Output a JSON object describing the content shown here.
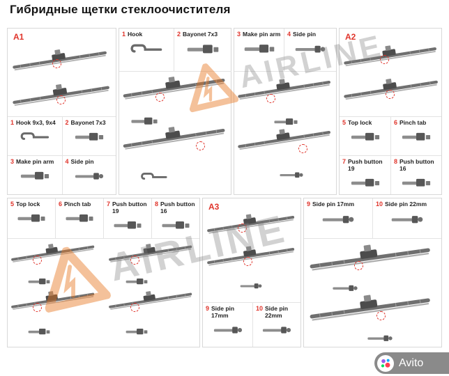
{
  "page": {
    "title": "Гибридные щетки стеклоочистителя"
  },
  "watermark": {
    "brand": "AIRLINE"
  },
  "badge": {
    "label": "Avito"
  },
  "colors": {
    "accent": "#e0342b",
    "watermark_orange": "#e87722"
  },
  "panels": {
    "a1": {
      "label": "A1"
    },
    "a2": {
      "label": "A2"
    },
    "a3": {
      "label": "A3"
    }
  },
  "adapters": {
    "hook": {
      "num": "1",
      "label": "Hook"
    },
    "hook_sizes": {
      "num": "1",
      "label": "Hook 9x3, 9x4"
    },
    "bayonet": {
      "num": "2",
      "label": "Bayonet 7x3"
    },
    "make_pin_arm": {
      "num": "3",
      "label": "Make pin arm"
    },
    "side_pin": {
      "num": "4",
      "label": "Side pin"
    },
    "top_lock": {
      "num": "5",
      "label": "Top lock"
    },
    "pinch_tab": {
      "num": "6",
      "label": "Pinch tab"
    },
    "push_button_19": {
      "num": "7",
      "label": "Push button 19"
    },
    "push_button_16": {
      "num": "8",
      "label": "Push button 16"
    },
    "side_pin_17": {
      "num": "9",
      "label": "Side pin 17mm"
    },
    "side_pin_22": {
      "num": "10",
      "label": "Side pin 22mm"
    }
  }
}
